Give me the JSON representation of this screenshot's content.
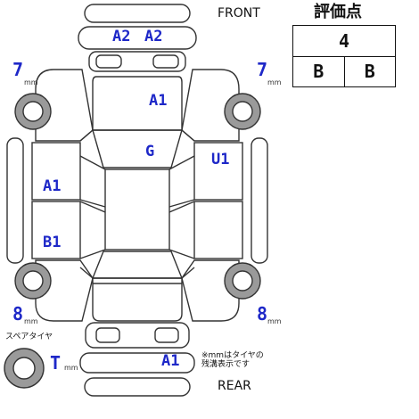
{
  "header": {
    "front_label": "FRONT",
    "rear_label": "REAR",
    "score_title": "評価点"
  },
  "score": {
    "overall": "4",
    "exterior": "B",
    "interior": "B"
  },
  "tire_tread": {
    "front_left": "7",
    "front_right": "7",
    "rear_left": "8",
    "rear_right": "8",
    "spare": "T",
    "unit": "mm",
    "spare_label": "スペアタイヤ"
  },
  "damage_codes": {
    "front_bumper_left": "A2",
    "front_bumper_right": "A2",
    "hood": "A1",
    "roof": "G",
    "left_front_door": "A1",
    "left_rear_door": "B1",
    "right_front_door": "U1",
    "rear_bumper": "A1"
  },
  "footnote": "※mmはタイヤの\n残溝表示です",
  "colors": {
    "code_text": "#1e28c8",
    "outline": "#333333",
    "tire_fill": "#9a9a9a"
  }
}
